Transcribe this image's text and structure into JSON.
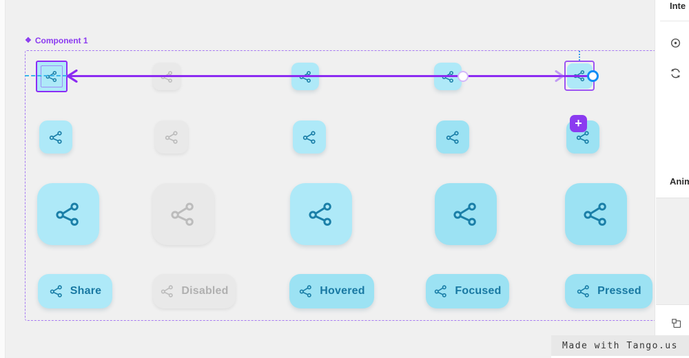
{
  "component": {
    "label": "Component 1",
    "icon_glyph": "❖"
  },
  "variant_labels": [
    "Share",
    "Disabled",
    "Hovered",
    "Focused",
    "Pressed"
  ],
  "badge": {
    "plus_glyph": "+"
  },
  "panel": {
    "section_top_title": "Inte",
    "section_bottom_title": "Anim"
  },
  "watermark": {
    "text": "Made with Tango.us"
  },
  "colors": {
    "accent_purple": "#8b2cf5",
    "dashed_frame_purple": "#a679f2",
    "button_cyan": "#aee9f8",
    "button_cyan_dark": "#9ce2f3",
    "button_disabled_gray": "#e9e9e9",
    "icon_stroke_blue": "#1b7fa8",
    "icon_stroke_gray": "#bcbcbc",
    "endpoint_blue": "#0f8df5",
    "guide_cyan": "#3ab5ea",
    "canvas_bg": "#f0f0f0"
  }
}
